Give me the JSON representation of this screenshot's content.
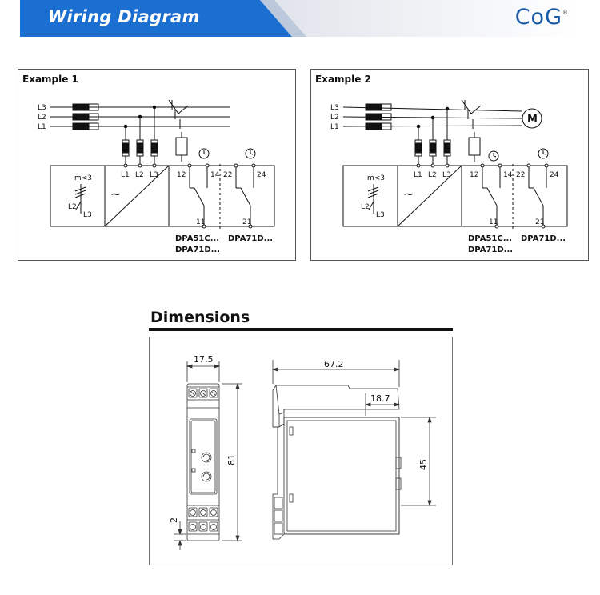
{
  "header": {
    "title": "Wiring Diagram",
    "logo_text": "CoG",
    "logo_mark": "®",
    "banner_color": "#1a6fd1",
    "banner_fade_color": "#e6e9ee"
  },
  "examples": [
    {
      "title": "Example  1",
      "phase_labels": [
        "L3",
        "L2",
        "L1"
      ],
      "terminals": [
        "L1",
        "L2",
        "L3"
      ],
      "detector_labels": [
        "m<3",
        "L2",
        "L3"
      ],
      "symbol": "~",
      "contacts_a": [
        "12",
        "14",
        "11"
      ],
      "contacts_b": [
        "22",
        "24",
        "21"
      ],
      "model_a": [
        "DPA51C...",
        "DPA71D..."
      ],
      "model_b": "DPA71D...",
      "motor": ""
    },
    {
      "title": "Example  2",
      "phase_labels": [
        "L3",
        "L2",
        "L1"
      ],
      "terminals": [
        "L1",
        "L2",
        "L3"
      ],
      "detector_labels": [
        "m<3",
        "L2",
        "L3"
      ],
      "symbol": "~",
      "contacts_a": [
        "12",
        "14",
        "11"
      ],
      "contacts_b": [
        "22",
        "24",
        "21"
      ],
      "model_a": [
        "DPA51C...",
        "DPA71D..."
      ],
      "model_b": "DPA71D...",
      "motor": "M"
    }
  ],
  "dimensions": {
    "heading": "Dimensions",
    "width": "17.5",
    "height": "81",
    "depth": "67.2",
    "step": "18.7",
    "front": "45",
    "foot": "2"
  }
}
